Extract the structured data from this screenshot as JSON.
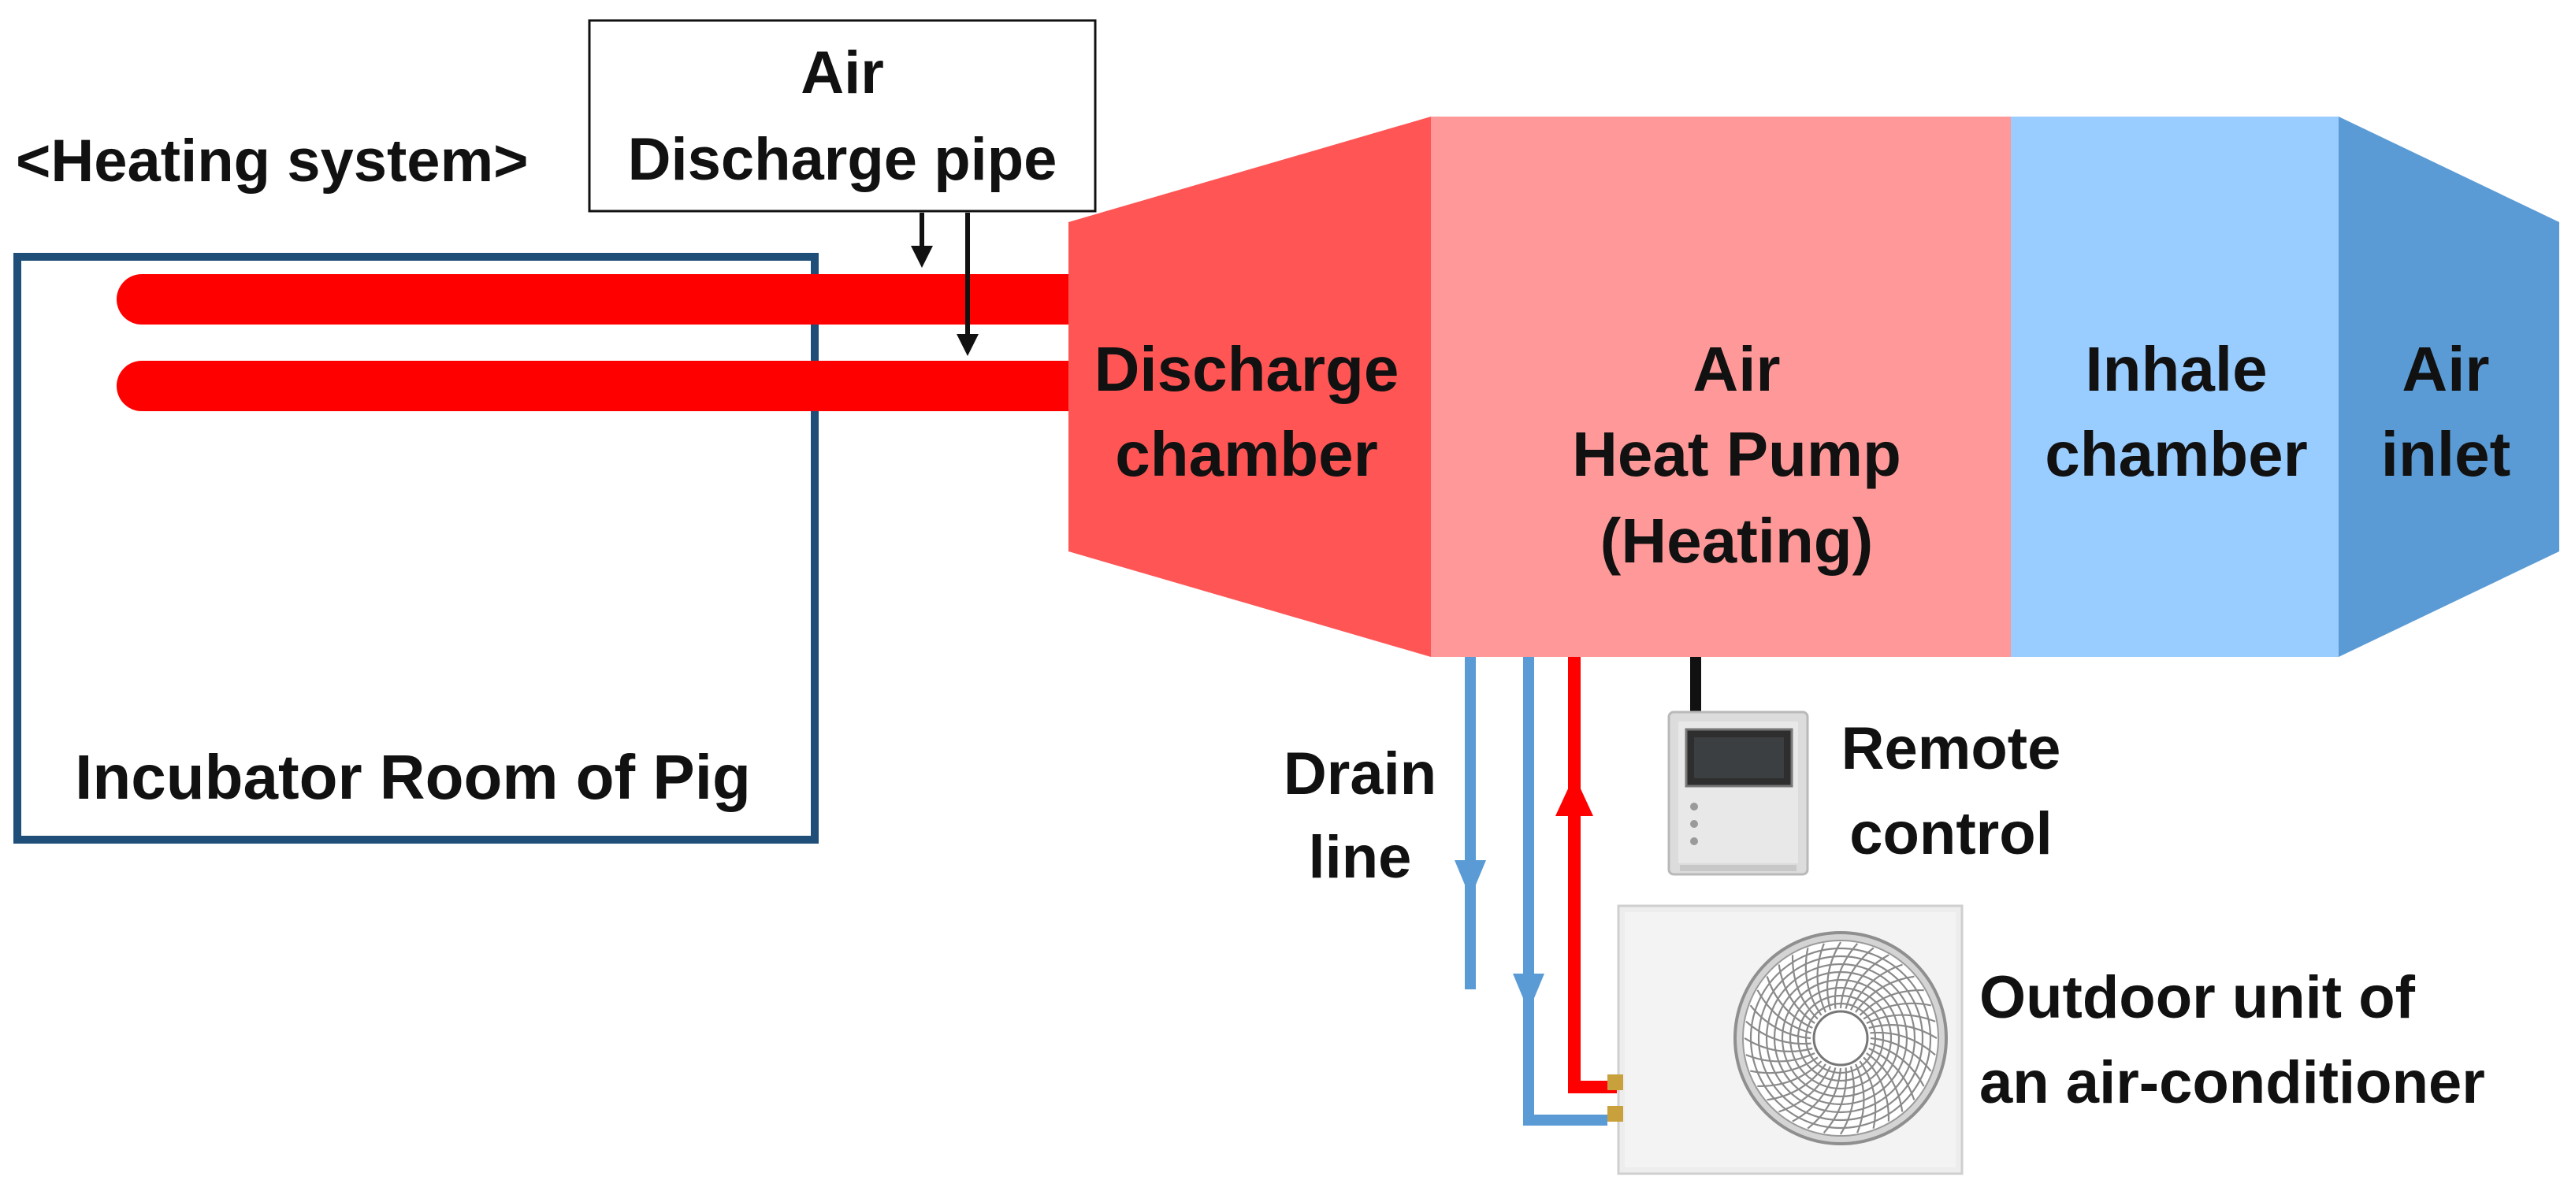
{
  "title": "<Heating system>",
  "labels": {
    "discharge_pipe": [
      "Air",
      "Discharge pipe"
    ],
    "discharge_chamber": [
      "Discharge",
      "chamber"
    ],
    "heat_pump": [
      "Air",
      "Heat Pump",
      "(Heating)"
    ],
    "inhale_chamber": [
      "Inhale",
      "chamber"
    ],
    "air_inlet": [
      "Air",
      "inlet"
    ],
    "room": "Incubator Room of Pig",
    "drain_line": [
      "Drain",
      "line"
    ],
    "remote_control": [
      "Remote",
      "control"
    ],
    "outdoor_unit": [
      "Outdoor unit of",
      "an air-conditioner"
    ]
  },
  "colors": {
    "discharge_chamber": "#ff5555",
    "heat_pump": "#ff9999",
    "inhale_chamber": "#99ccff",
    "air_inlet": "#5b9bd5",
    "hot_pipe": "#ff0000",
    "drain": "#5b9bd5",
    "room_border": "#1f4e79"
  }
}
